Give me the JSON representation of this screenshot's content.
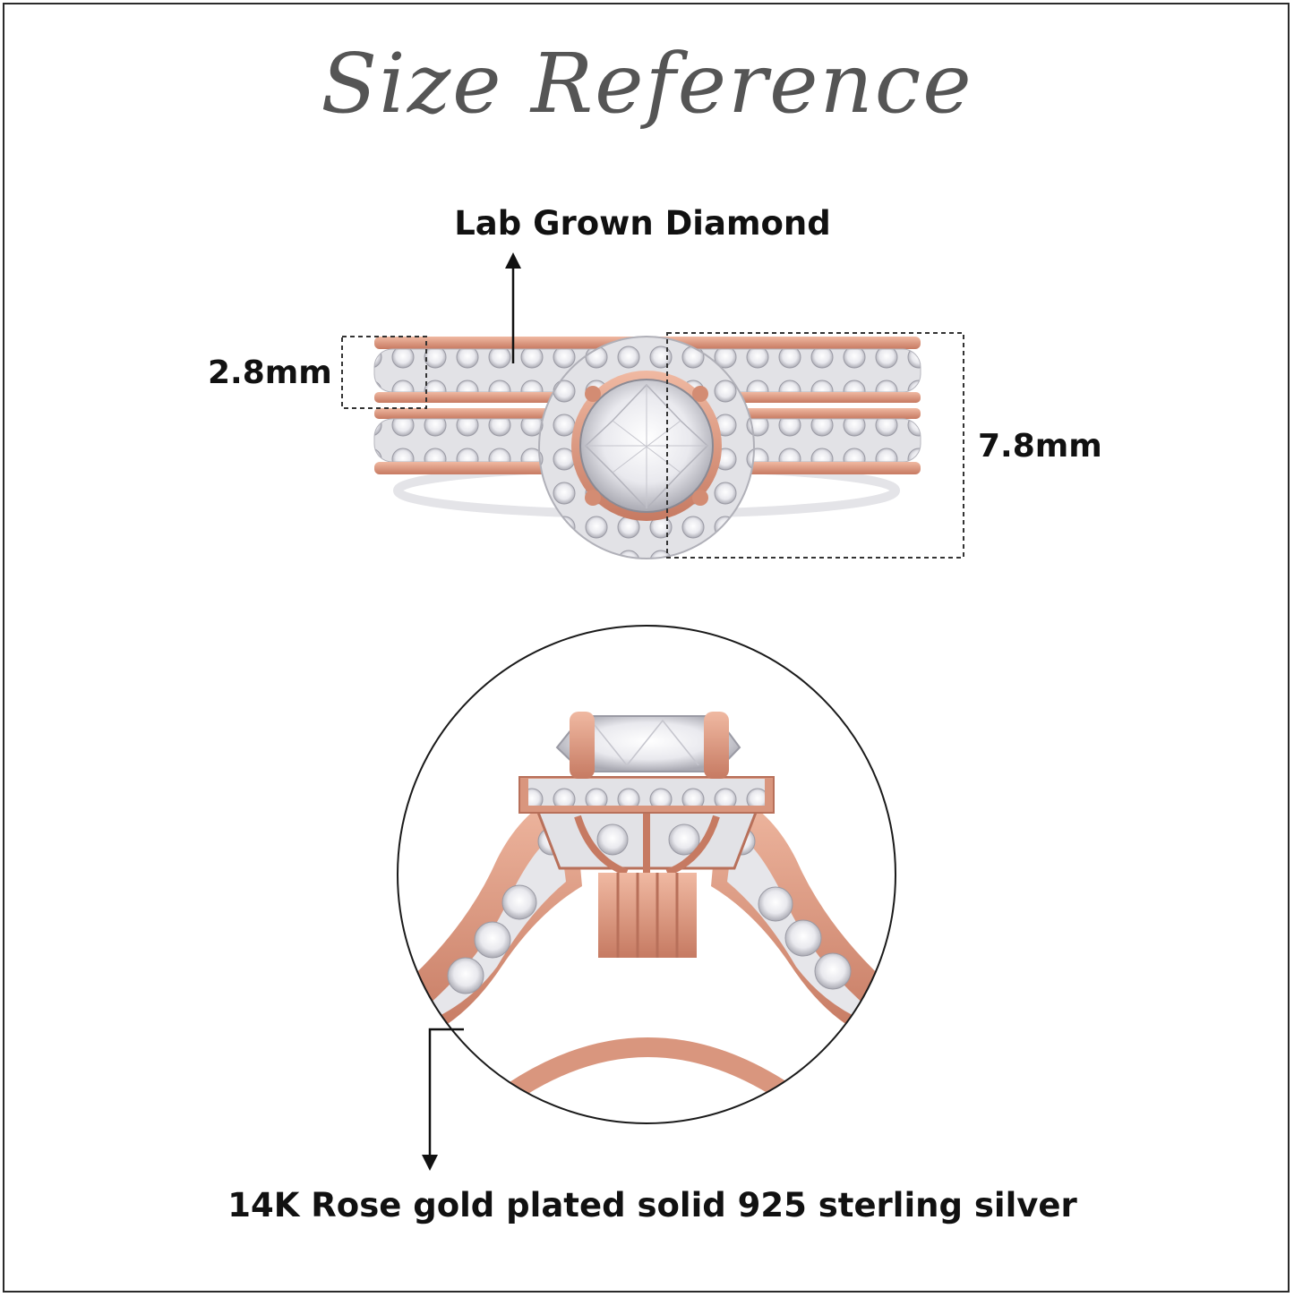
{
  "title": "Size Reference",
  "labels": {
    "stone": "Lab Grown Diamond",
    "band_width": "2.8mm",
    "set_height": "7.8mm",
    "metal": "14K Rose gold plated solid 925 sterling silver"
  },
  "colors": {
    "rose_gold": "#d9967e",
    "rose_gold_dark": "#b8705a",
    "silver": "#e4e4e8",
    "diamond": "#f4f4f7",
    "outline": "#1a1a1a",
    "title_gray": "#555555"
  }
}
